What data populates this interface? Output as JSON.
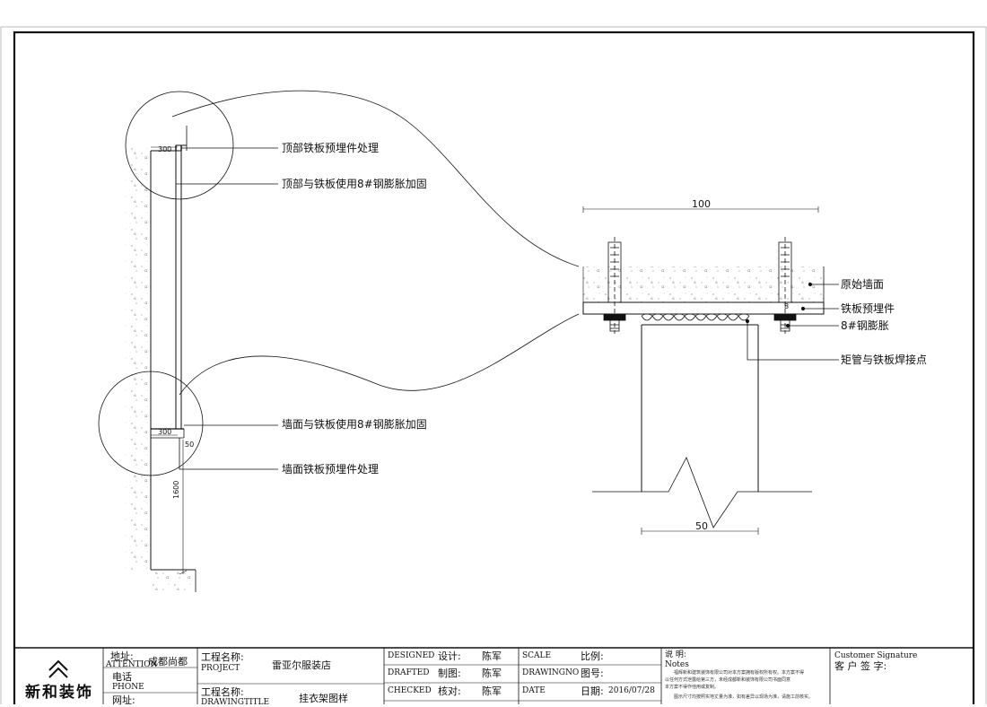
{
  "left_detail": {
    "callouts": [
      "顶部铁板预埋件处理",
      "顶部与铁板使用8#钢膨胀加固",
      "墙面与铁板使用8#钢膨胀加固",
      "墙面铁板预埋件处理"
    ],
    "dims": {
      "top_width": "300",
      "bottom_width": "300",
      "small": "50",
      "height": "1600"
    }
  },
  "right_detail": {
    "callouts": [
      "原始墙面",
      "铁板预埋件",
      "8#钢膨胀",
      "矩管与铁板焊接点"
    ],
    "dims": {
      "top": "100",
      "bottom": "50",
      "small": "8"
    }
  },
  "title_block": {
    "logo": "新和装饰",
    "address_label": "地址:",
    "address_value": "成都尚都",
    "attention": "ATTENTION",
    "phone_label": "电话",
    "phone": "PHONE",
    "fax_label": "网址:",
    "project_label": "工程名称:",
    "project_en": "PROJECT",
    "project_value": "雷亚尔服装店",
    "drawing_label": "工程名称:",
    "drawing_en": "DRAWINGTITLE",
    "drawing_value": "挂衣架图样",
    "designed_en": "DESIGNED",
    "designed_cn": "设计:",
    "designed_by": "陈军",
    "drafted_en": "DRAFTED",
    "drafted_cn": "制图:",
    "drafted_by": "陈军",
    "checked_en": "CHECKED",
    "checked_cn": "核对:",
    "checked_by": "陈军",
    "scale_en": "SCALE",
    "scale_cn": "比例:",
    "drawingno_en": "DRAWINGNO",
    "drawingno_cn": "图号:",
    "date_en": "DATE",
    "date_cn": "日期:",
    "date_value": "2016/07/28",
    "notes_cn": "说 明:",
    "notes_en": "Notes",
    "notes_lines": [
      "　　福辉新和建筑装饰有限公司对本方案拥有版权所有权。本方案不得",
      "以任何方式泄露给第三方，未经成都新和装饰有限公司书面同意",
      "本方案不得作他用或复制。",
      "　　图示尺寸均按照实地丈量为准，如有差异以现场为准，请施工前核实。"
    ],
    "customer_en": "Customer Signature",
    "customer_cn": "客 户 签 字:"
  }
}
